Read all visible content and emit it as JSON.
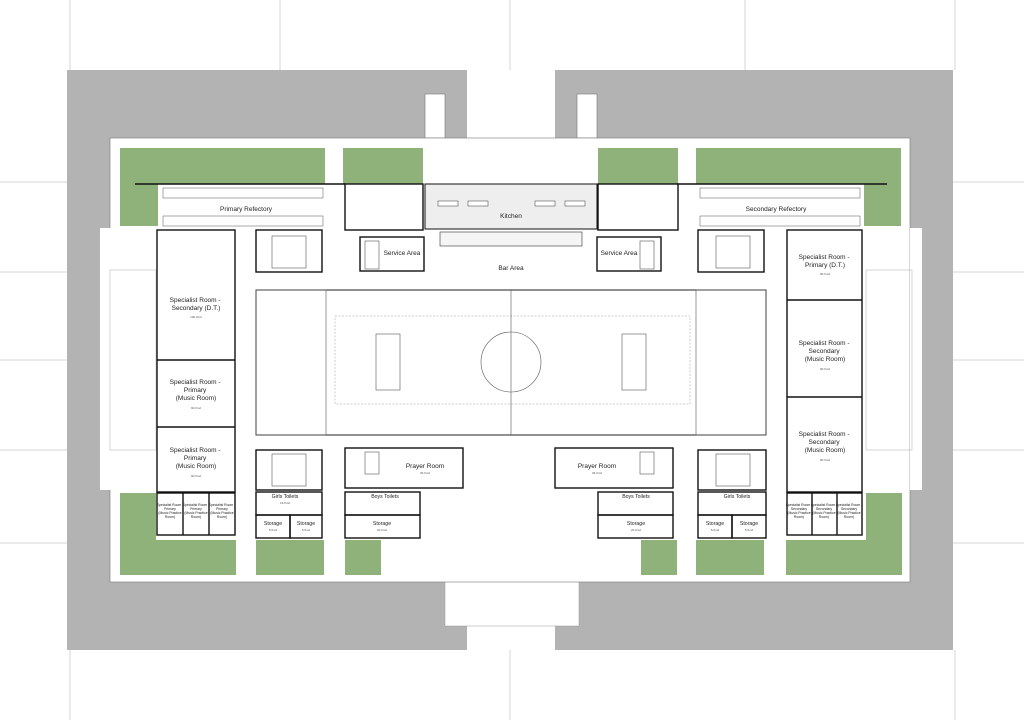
{
  "colors": {
    "outer_grey": "#b3b3b3",
    "green": "#8fb17a",
    "floor": "#ffffff",
    "line": "#111111"
  },
  "rooms": {
    "primary_refectory": "Primary Refectory",
    "secondary_refectory": "Secondary Refectory",
    "kitchen": "Kitchen",
    "service_area_left": "Service Area",
    "service_area_right": "Service Area",
    "bar_area": "Bar Area",
    "sr_secondary_dt": [
      "Specialist Room -",
      "Secondary (D.T.)"
    ],
    "sr_secondary_dt_area": "100.0m2",
    "sr_primary_music_left_1": [
      "Specialist Room -",
      "Primary",
      "(Music Room)"
    ],
    "sr_primary_music_left_1_area": "90.0m2",
    "sr_primary_music_left_2": [
      "Specialist Room -",
      "Primary",
      "(Music Room)"
    ],
    "sr_primary_music_left_2_area": "90.0m2",
    "sr_primary_dt": [
      "Specialist Room -",
      "Primary (D.T.)"
    ],
    "sr_primary_dt_area": "90.0m2",
    "sr_secondary_music_right_1": [
      "Specialist Room -",
      "Secondary",
      "(Music Room)"
    ],
    "sr_secondary_music_right_1_area": "90.0m2",
    "sr_secondary_music_right_2": [
      "Specialist Room -",
      "Secondary",
      "(Music Room)"
    ],
    "sr_secondary_music_right_2_area": "90.0m2",
    "prayer_room_left": "Prayer Room",
    "prayer_room_left_area": "36.0m2",
    "prayer_room_right": "Prayer Room",
    "prayer_room_right_area": "36.0m2",
    "girls_toilets_left": "Girls Toilets",
    "girls_toilets_left_area": "19.0m2",
    "boys_toilets_left": "Boys Toilets",
    "girls_toilets_right": "Girls Toilets",
    "boys_toilets_right": "Boys Toilets",
    "storage_1": "Storage",
    "storage_1_area": "5.0m2",
    "storage_2": "Storage",
    "storage_2_area": "5.0m2",
    "storage_3": "Storage",
    "storage_3_area": "20.0m2",
    "storage_4": "Storage",
    "storage_4_area": "20.0m2",
    "storage_5": "Storage",
    "storage_5_area": "5.0m2",
    "storage_6": "Storage",
    "storage_6_area": "5.0m2",
    "practice_left": [
      [
        "Specialist Room -",
        "Primary",
        "(Music Practice",
        "Room)"
      ],
      [
        "Specialist Room -",
        "Primary",
        "(Music Practice",
        "Room)"
      ],
      [
        "Specialist Room -",
        "Primary",
        "(Music Practice",
        "Room)"
      ]
    ],
    "practice_right": [
      [
        "Specialist Room -",
        "Secondary",
        "(Music Practice",
        "Room)"
      ],
      [
        "Specialist Room -",
        "Secondary",
        "(Music Practice",
        "Room)"
      ],
      [
        "Specialist Room -",
        "Secondary",
        "(Music Practice",
        "Room)"
      ]
    ]
  }
}
